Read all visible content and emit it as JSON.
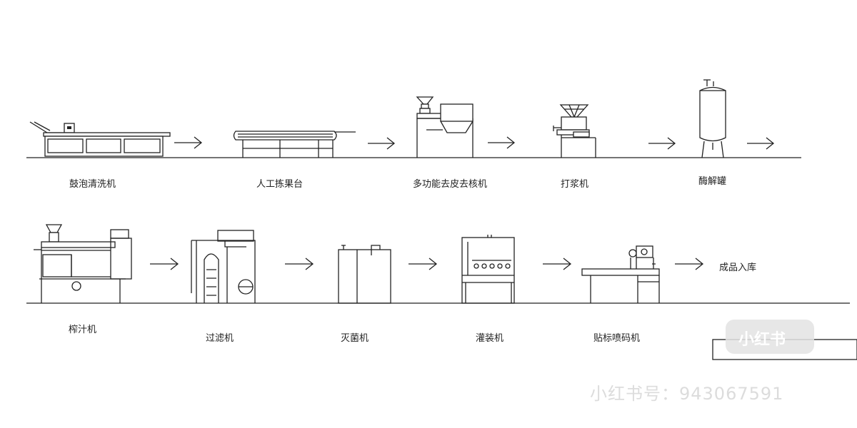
{
  "steps": [
    {
      "label": "鼓泡清洗机"
    },
    {
      "label": "人工拣果台"
    },
    {
      "label": "多功能去皮去核机"
    },
    {
      "label": "打浆机"
    },
    {
      "label": "酶解罐"
    },
    {
      "label": "榨汁机"
    },
    {
      "label": "过滤机"
    },
    {
      "label": "灭菌机"
    },
    {
      "label": "灌装机"
    },
    {
      "label": "贴标喷码机"
    }
  ],
  "end_label": "成品入库",
  "watermark": {
    "account": "小红书号：943067591",
    "logo_text": "小红书"
  }
}
